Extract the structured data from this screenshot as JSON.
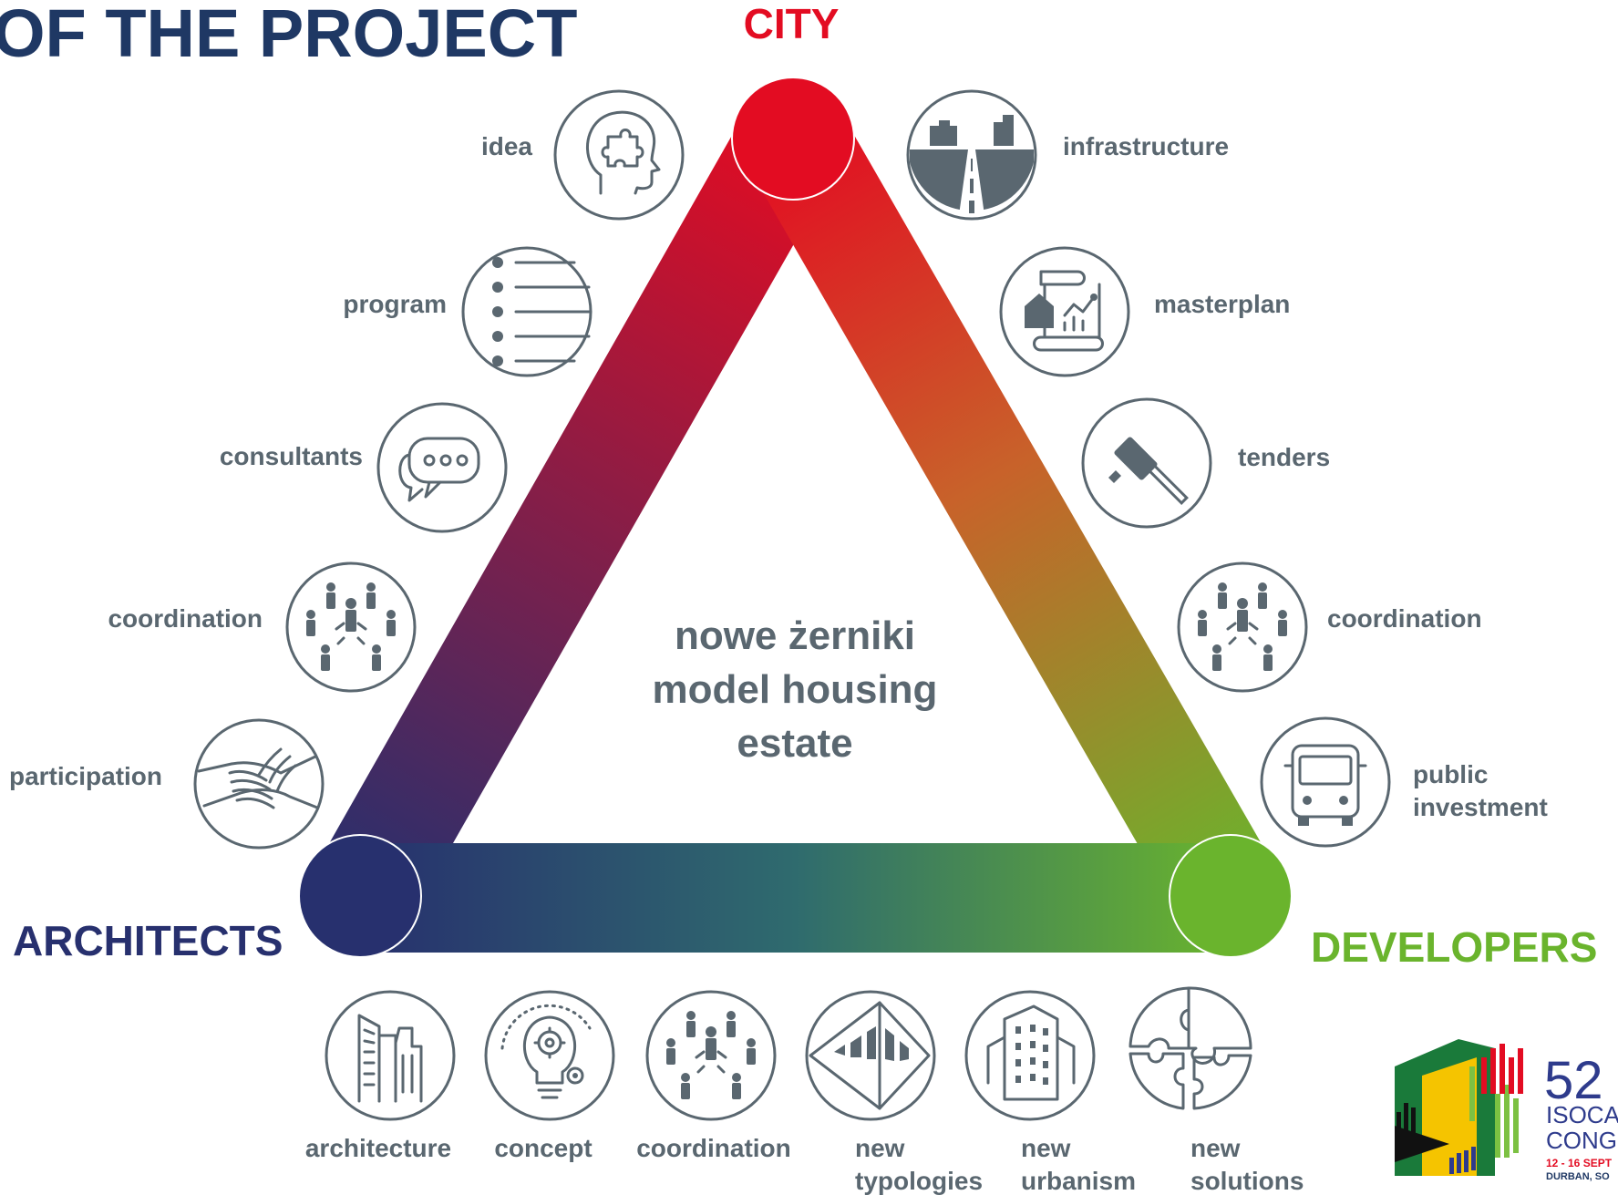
{
  "title": "OF THE PROJECT",
  "vertices": {
    "city": "CITY",
    "architects": "ARCHITECTS",
    "developers": "DEVELOPERS"
  },
  "center_text": {
    "line1": "nowe żerniki",
    "line2": "model housing",
    "line3": "estate"
  },
  "left_side": [
    {
      "label": "idea",
      "icon": "head-puzzle-icon"
    },
    {
      "label": "program",
      "icon": "bullet-list-icon"
    },
    {
      "label": "consultants",
      "icon": "speech-bubbles-icon"
    },
    {
      "label": "coordination",
      "icon": "people-network-icon"
    },
    {
      "label": "participation",
      "icon": "joined-hands-icon"
    }
  ],
  "right_side": [
    {
      "label": "infrastructure",
      "icon": "road-city-icon"
    },
    {
      "label": "masterplan",
      "icon": "plan-chart-icon"
    },
    {
      "label": "tenders",
      "icon": "gavel-icon"
    },
    {
      "label": "coordination",
      "icon": "people-network-icon"
    },
    {
      "label": "public",
      "label2": "investment",
      "icon": "bus-icon"
    }
  ],
  "bottom": [
    {
      "label": "architecture",
      "icon": "buildings-icon"
    },
    {
      "label": "concept",
      "icon": "lightbulb-gear-icon"
    },
    {
      "label": "coordination",
      "icon": "people-network-icon"
    },
    {
      "label": "new",
      "label2": "typologies",
      "icon": "perspective-icon"
    },
    {
      "label": "new",
      "label2": "urbanism",
      "icon": "tower-icon"
    },
    {
      "label": "new",
      "label2": "solutions",
      "icon": "puzzle-icon"
    }
  ],
  "logo": {
    "number": "52",
    "line1": "ISOCA",
    "line2": "CONG",
    "dates": "12 - 16 SEPT",
    "place": "DURBAN, SO"
  },
  "colors": {
    "city": "#e30c22",
    "architects": "#27306e",
    "developers": "#6ab42d",
    "title": "#1f3864",
    "icon": "#5a6770"
  }
}
